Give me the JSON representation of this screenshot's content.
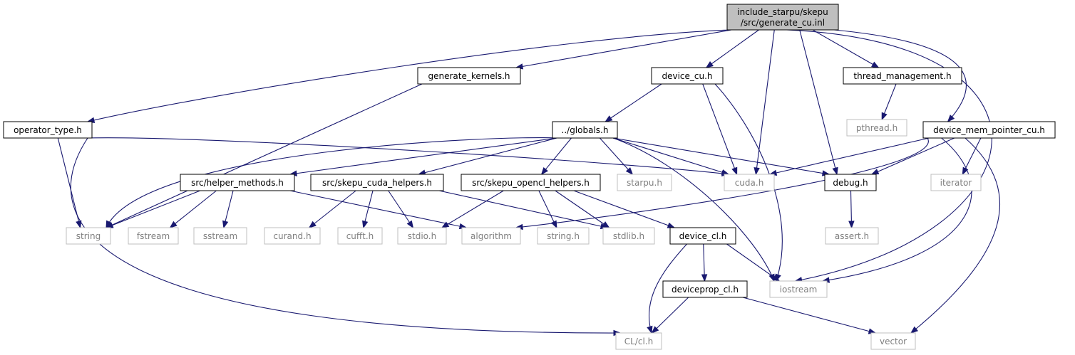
{
  "diagram": {
    "root": {
      "label_line1": "include_starpu/skepu",
      "label_line2": "/src/generate_cu.inl"
    },
    "nodes": {
      "generate_kernels": "generate_kernels.h",
      "device_cu": "device_cu.h",
      "thread_management": "thread_management.h",
      "operator_type": "operator_type.h",
      "globals": "../globals.h",
      "pthread": "pthread.h",
      "device_mem_pointer_cu": "device_mem_pointer_cu.h",
      "helper_methods": "src/helper_methods.h",
      "skepu_cuda_helpers": "src/skepu_cuda_helpers.h",
      "skepu_opencl_helpers": "src/skepu_opencl_helpers.h",
      "starpu": "starpu.h",
      "cuda": "cuda.h",
      "debug": "debug.h",
      "iterator": "iterator",
      "string": "string",
      "fstream": "fstream",
      "sstream": "sstream",
      "curand": "curand.h",
      "cufft": "cufft.h",
      "stdio": "stdio.h",
      "algorithm": "algorithm",
      "string_h": "string.h",
      "stdlib": "stdlib.h",
      "device_cl": "device_cl.h",
      "assert": "assert.h",
      "deviceprop_cl": "deviceprop_cl.h",
      "iostream": "iostream",
      "cl": "CL/cl.h",
      "vector": "vector"
    },
    "edges": [
      [
        "root",
        "generate_kernels"
      ],
      [
        "root",
        "device_cu"
      ],
      [
        "root",
        "thread_management"
      ],
      [
        "root",
        "operator_type"
      ],
      [
        "root",
        "cuda"
      ],
      [
        "root",
        "debug"
      ],
      [
        "root",
        "device_mem_pointer_cu"
      ],
      [
        "root",
        "iostream"
      ],
      [
        "generate_kernels",
        "string"
      ],
      [
        "device_cu",
        "globals"
      ],
      [
        "device_cu",
        "cuda"
      ],
      [
        "device_cu",
        "iostream"
      ],
      [
        "thread_management",
        "pthread"
      ],
      [
        "operator_type",
        "string"
      ],
      [
        "operator_type",
        "cuda"
      ],
      [
        "operator_type",
        "cl"
      ],
      [
        "globals",
        "helper_methods"
      ],
      [
        "globals",
        "skepu_cuda_helpers"
      ],
      [
        "globals",
        "skepu_opencl_helpers"
      ],
      [
        "globals",
        "starpu"
      ],
      [
        "globals",
        "cuda"
      ],
      [
        "globals",
        "debug"
      ],
      [
        "globals",
        "string"
      ],
      [
        "globals",
        "iostream"
      ],
      [
        "device_mem_pointer_cu",
        "cuda"
      ],
      [
        "device_mem_pointer_cu",
        "debug"
      ],
      [
        "device_mem_pointer_cu",
        "iterator"
      ],
      [
        "device_mem_pointer_cu",
        "algorithm"
      ],
      [
        "device_mem_pointer_cu",
        "iostream"
      ],
      [
        "device_mem_pointer_cu",
        "vector"
      ],
      [
        "helper_methods",
        "string"
      ],
      [
        "helper_methods",
        "fstream"
      ],
      [
        "helper_methods",
        "sstream"
      ],
      [
        "helper_methods",
        "algorithm"
      ],
      [
        "skepu_cuda_helpers",
        "curand"
      ],
      [
        "skepu_cuda_helpers",
        "cufft"
      ],
      [
        "skepu_cuda_helpers",
        "stdio"
      ],
      [
        "skepu_cuda_helpers",
        "stdlib"
      ],
      [
        "skepu_opencl_helpers",
        "stdio"
      ],
      [
        "skepu_opencl_helpers",
        "string_h"
      ],
      [
        "skepu_opencl_helpers",
        "stdlib"
      ],
      [
        "skepu_opencl_helpers",
        "device_cl"
      ],
      [
        "debug",
        "assert"
      ],
      [
        "device_cl",
        "deviceprop_cl"
      ],
      [
        "device_cl",
        "iostream"
      ],
      [
        "device_cl",
        "cl"
      ],
      [
        "deviceprop_cl",
        "cl"
      ],
      [
        "deviceprop_cl",
        "vector"
      ]
    ]
  }
}
